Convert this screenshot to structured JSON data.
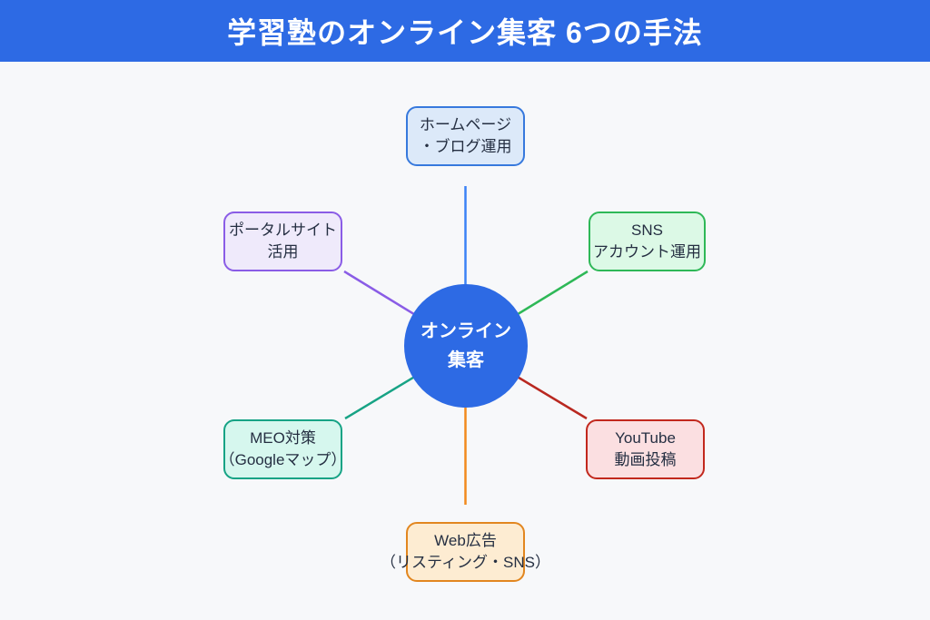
{
  "header": {
    "title": "学習塾のオンライン集客 6つの手法",
    "bg_color": "#2d6ae4",
    "text_color": "#ffffff"
  },
  "background_color": "#f7f8fa",
  "diagram": {
    "center": {
      "line1": "オンライン",
      "line2": "集客",
      "fill": "#2d6ae4",
      "text_color": "#ffffff"
    },
    "nodes": [
      {
        "id": "homepage-blog",
        "line1": "ホームページ",
        "line2": "・ブログ運用",
        "position": "top",
        "fill": "#dce9f9",
        "border": "#3779dd",
        "edge_color": "#3b82f6"
      },
      {
        "id": "sns-account",
        "line1": "SNS",
        "line2": "アカウント運用",
        "position": "upper-right",
        "fill": "#dcf9e6",
        "border": "#2eb857",
        "edge_color": "#2eb857"
      },
      {
        "id": "youtube-video",
        "line1": "YouTube",
        "line2": "動画投稿",
        "position": "lower-right",
        "fill": "#fbdfe1",
        "border": "#c2281d",
        "edge_color": "#b92820"
      },
      {
        "id": "web-ads",
        "line1": "Web広告",
        "line2": "（リスティング・SNS）",
        "position": "bottom",
        "fill": "#fdecd2",
        "border": "#e2861f",
        "edge_color": "#f28a1d"
      },
      {
        "id": "meo-google-map",
        "line1": "MEO対策",
        "line2": "（Googleマップ）",
        "position": "lower-left",
        "fill": "#d6f7ee",
        "border": "#16a385",
        "edge_color": "#17a385"
      },
      {
        "id": "portal-site",
        "line1": "ポータルサイト",
        "line2": "活用",
        "position": "upper-left",
        "fill": "#efeafb",
        "border": "#8a5ce6",
        "edge_color": "#8a5ce6"
      }
    ]
  }
}
